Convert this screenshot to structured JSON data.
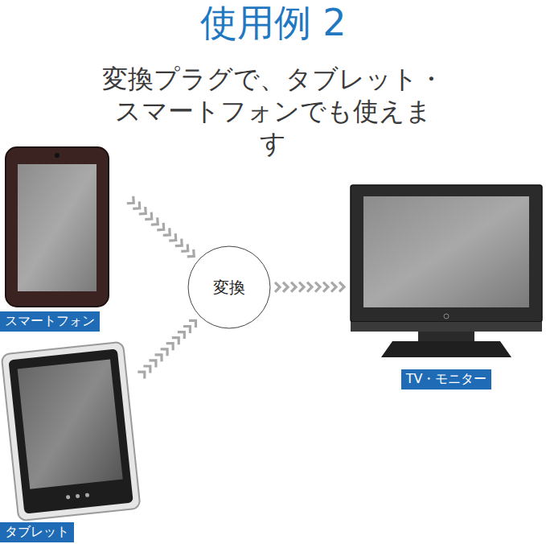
{
  "diagram": {
    "title": "使用例 2",
    "nodes": [
      {
        "text": [
          "スマートフォン"
        ]
      },
      {
        "text": [
          "タブレット"
        ]
      },
      {
        "text": [
          "変換"
        ]
      },
      {
        "text": [
          "TV・モニター"
        ]
      }
    ],
    "edges": [
      {
        "from": 0,
        "to": 2,
        "arrow": "to"
      },
      {
        "from": 1,
        "to": 2,
        "arrow": "to"
      },
      {
        "from": 2,
        "to": 3,
        "arrow": "to"
      }
    ],
    "labels": [
      "変換プラグで、タブレット・ スマートフォンでも使えます"
    ]
  }
}
